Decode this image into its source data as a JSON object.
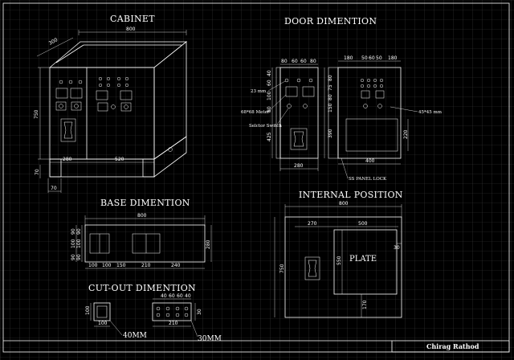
{
  "colors": {
    "background": "#000000",
    "grid": "#3a3a3a",
    "lines": "#ffffff"
  },
  "headings": {
    "cabinet": "CABINET",
    "door": "DOOR DIMENTION",
    "base": "BASE DIMENTION",
    "internal": "INTERNAL POSITION",
    "cutout": "CUT-OUT DIMENTION"
  },
  "cabinet": {
    "width": "800",
    "depth": "300",
    "height": "750",
    "base_height": "70",
    "base_foot": "70",
    "left_section": "280",
    "right_section": "520"
  },
  "door": {
    "left_top": [
      "80",
      "60",
      "60",
      "80"
    ],
    "right_top": [
      "180",
      "50",
      "60",
      "50",
      "180"
    ],
    "left_side": [
      "40",
      "60",
      "100",
      "80"
    ],
    "right_side": [
      "80",
      "75",
      "80",
      "150"
    ],
    "height_left": "425",
    "height_right": "390",
    "width_left": "280",
    "width_right": "400",
    "small_dim": "220",
    "notes": {
      "hole": "23 mm",
      "meter": "68*68 Meter",
      "switch": "Selctor Switch",
      "square": "45*45 mm",
      "lock": "SS PANEL LOCK"
    }
  },
  "base": {
    "width": "800",
    "height": "280",
    "left_side": [
      "90",
      "100",
      "90"
    ],
    "right_side": [
      "90",
      "100",
      "90"
    ],
    "bottom": [
      "100",
      "100",
      "150",
      "210",
      "240"
    ]
  },
  "internal": {
    "width": "800",
    "height": "750",
    "offset_left": "270",
    "plate_width": "500",
    "right_gap": "30",
    "plate_height": "550",
    "bottom_gap": "170",
    "plate_label": "PLATE"
  },
  "cutout": {
    "left_top": "100",
    "left_bottom": "100",
    "left_label": "40MM",
    "right_top": [
      "40",
      "60",
      "60",
      "40"
    ],
    "right_bottom": "210",
    "right_width": "30",
    "right_label": "30MM"
  },
  "title_block": {
    "author": "Chirag Rathod"
  }
}
